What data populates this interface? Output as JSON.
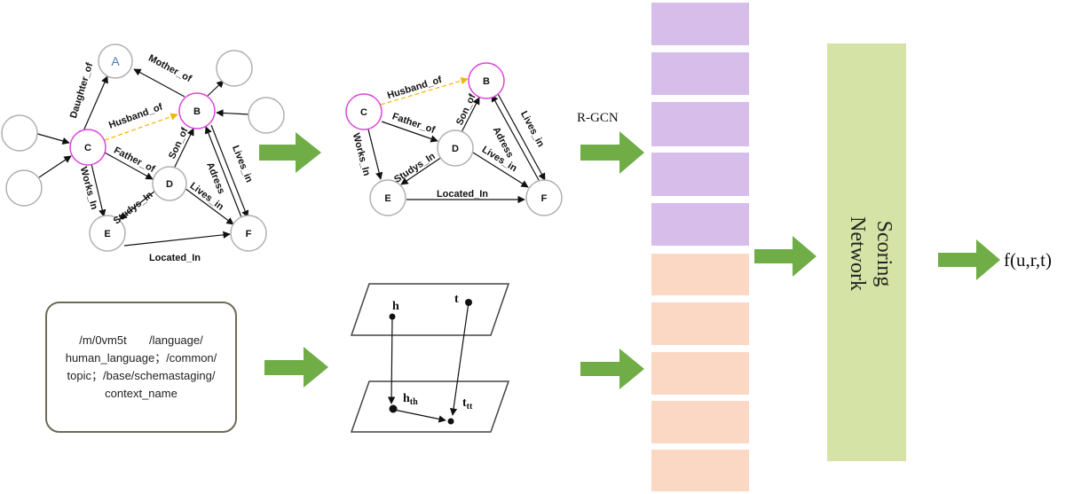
{
  "colors": {
    "arrow_green": "#70ad47",
    "magenta_node": "#dd44dd",
    "gray_node": "#b0b0b0",
    "dashed_edge": "#f5b400",
    "purple_block": "#d7bde9",
    "peach_block": "#fbd8c3",
    "scoring_box": "#d5e4a6",
    "box_border": "#6d6a55"
  },
  "graph1": {
    "nodes": {
      "A": "A",
      "B": "B",
      "C": "C",
      "D": "D",
      "E": "E",
      "F": "F"
    },
    "edges": {
      "daughter_of": "Daughter_of",
      "mother_of": "Mother_of",
      "husband_of": "Husband_of",
      "father_of": "Father_of",
      "son_of": "Son_of",
      "works_in": "Works_In",
      "studys_in": "Studys_In",
      "lives_in_d": "Lives_in",
      "adress": "Adress",
      "lives_in_b": "Lives_in",
      "located_in": "Located_In"
    }
  },
  "graph2": {
    "nodes": {
      "B": "B",
      "C": "C",
      "D": "D",
      "E": "E",
      "F": "F"
    },
    "edges": {
      "husband_of": "Husband_of",
      "father_of": "Father_of",
      "son_of": "Son_of",
      "works_in": "Works_In",
      "studys_in": "Studys_In",
      "lives_in_d": "Lives_in",
      "adress": "Adress",
      "lives_in_b": "Lives_in",
      "located_in": "Located_In"
    }
  },
  "context_box": {
    "lines": [
      "/m/0vm5t       /language/",
      "human_language；/common/",
      "topic；/base/schemastaging/",
      "context_name"
    ]
  },
  "projection": {
    "h": "h",
    "t": "t",
    "h_th": "h",
    "h_th_sub": "th",
    "t_tt": "t",
    "t_tt_sub": "tt"
  },
  "rgcn_label": "R-GCN",
  "scoring_network": {
    "line1": "Scoring",
    "line2": "Network"
  },
  "output_label": "f(u,r,t)"
}
